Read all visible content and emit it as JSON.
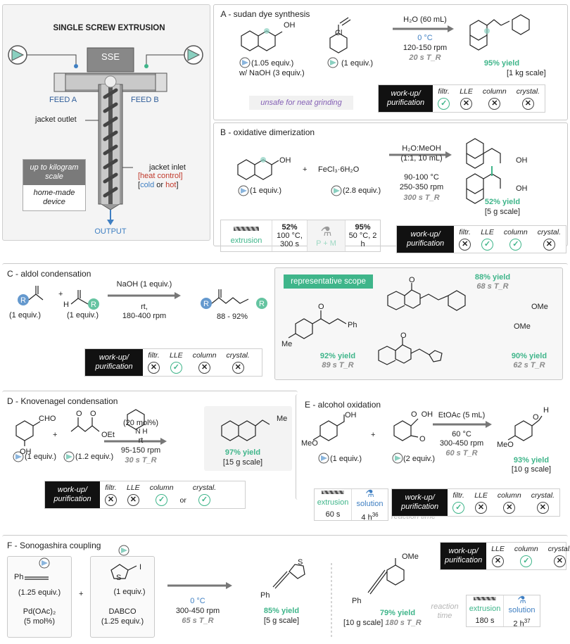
{
  "colors": {
    "green": "#3fb58a",
    "blue": "#3f7fc2",
    "red": "#c0392b",
    "grey": "#8a8a8a",
    "dark": "#111111"
  },
  "sse": {
    "title": "SINGLE SCREW EXTRUSION",
    "device": "SSE",
    "feed_a": "FEED A",
    "feed_b": "FEED B",
    "jacket_outlet": "jacket outlet",
    "jacket_inlet": "jacket inlet",
    "heat_control": "[heat control]",
    "cold": "cold",
    "hot": "hot",
    "output": "OUTPUT",
    "scale_top": "up to kilogram scale",
    "scale_bottom": "home-made device"
  },
  "workup": {
    "label": "work-up/ purification",
    "filtr": "filtr.",
    "lle": "LLE",
    "column": "column",
    "crystal": "crystal.",
    "or": "or"
  },
  "A": {
    "title": "A - sudan dye synthesis",
    "r1_eq": "(1.05 equiv.)",
    "r1_base": "w/ NaOH (3 equiv.)",
    "r2_eq": "(1 equiv.)",
    "cond1": "H₂O (60 mL)",
    "temp": "0 °C",
    "rpm": "120-150 rpm",
    "tr": "20 s T_R",
    "yield": "95% yield",
    "scale": "[1 kg scale]",
    "warning": "unsafe for neat grinding",
    "cl": "Cl",
    "oh": "OH"
  },
  "B": {
    "title": "B - oxidative dimerization",
    "r1_eq": "(1 equiv.)",
    "r2": "FeCl₃·6H₂O",
    "r2_eq": "(2.8 equiv.)",
    "cond1": "H₂O:MeOH",
    "cond2": "(1:1, 10 mL)",
    "temp": "90-100 °C",
    "rpm": "250-350 rpm",
    "tr": "300 s T_R",
    "yield": "52% yield",
    "scale": "[5 g scale]",
    "cmp_extrusion": "extrusion",
    "cmp_ext_yield": "52%",
    "cmp_ext_cond": "100 °C, 300 s",
    "cmp_pm": "P + M",
    "cmp_pm_yield": "95%",
    "cmp_pm_cond": "50 °C, 2 h"
  },
  "C": {
    "title": "C - aldol condensation",
    "r1_eq": "(1 equiv.)",
    "r2_eq": "(1 equiv.)",
    "cond1": "NaOH (1 equiv.)",
    "cond2": "rt,",
    "rpm": "180-400 rpm",
    "yield_range": "88 - 92%",
    "r_label": "R",
    "h_label": "H",
    "scope_title": "representative scope",
    "s1_yield": "92% yield",
    "s1_tr": "89 s T_R",
    "s2_yield": "88% yield",
    "s2_tr": "68 s T_R",
    "s3_yield": "90% yield",
    "s3_tr": "62 s T_R",
    "ph": "Ph",
    "me": "Me",
    "ome": "OMe"
  },
  "D": {
    "title": "D - Knovenagel condensation",
    "r1": "CHO",
    "r1_oh": "OH",
    "r1_eq": "(1 equiv.)",
    "r2_et": "OEt",
    "r2_eq": "(1.2 equiv.)",
    "cat_nh": "N H",
    "cat": "(20 mol%)",
    "cond": "rt",
    "rpm": "95-150 rpm",
    "tr": "30 s T_R",
    "yield": "97% yield",
    "scale": "[15 g scale]",
    "me": "Me"
  },
  "E": {
    "title": "E - alcohol oxidation",
    "r1_meo": "MeO",
    "r1_oh": "OH",
    "r1_eq": "(1 equiv.)",
    "r2_eq": "(2 equiv.)",
    "solvent": "EtOAc (5 mL)",
    "temp": "60 °C",
    "rpm": "300-450 rpm",
    "tr": "60 s T_R",
    "yield": "93% yield",
    "scale": "[10 g scale]",
    "ext": "extrusion",
    "sol": "solution",
    "ext_time": "60 s",
    "sol_time": "4 h",
    "sol_ref": "36",
    "reaction_time": "reaction time",
    "h": "H",
    "meo": "MeO"
  },
  "F": {
    "title": "F - Sonogashira coupling",
    "r1": "Ph",
    "r1_eq": "(1.25 equiv.)",
    "cat": "Pd(OAc)₂",
    "cat_amt": "(5 mol%)",
    "r2_i": "I",
    "r2_eq": "(1 equiv.)",
    "base": "DABCO",
    "base_eq": "(1.25 equiv.)",
    "temp": "0 °C",
    "rpm": "300-450 rpm",
    "tr": "65 s T_R",
    "p1_yield": "85% yield",
    "p1_scale": "[5 g scale]",
    "p2_yield": "79% yield",
    "p2_scale": "[10 g scale]",
    "p2_tr": "180 s T_R",
    "ome": "OMe",
    "ph": "Ph",
    "reaction_time": "reaction time",
    "ext": "extrusion",
    "sol": "solution",
    "ext_time": "180 s",
    "sol_time": "2 h",
    "sol_ref": "37"
  }
}
